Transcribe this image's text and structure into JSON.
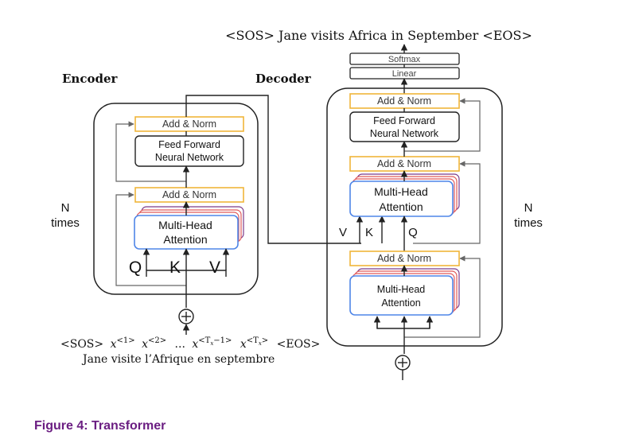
{
  "output_sequence": "<SOS> Jane visits Africa in September <EOS>",
  "encoder": {
    "title": "Encoder",
    "repeat": [
      "N",
      "times"
    ],
    "add_norm_label": "Add & Norm",
    "ffn_label": [
      "Feed Forward",
      "Neural Network"
    ],
    "mha_label": [
      "Multi-Head",
      "Attention"
    ],
    "qkv": [
      "Q",
      "K",
      "V"
    ],
    "pos_symbol": "+"
  },
  "decoder": {
    "title": "Decoder",
    "repeat": [
      "N",
      "times"
    ],
    "softmax_label": "Softmax",
    "linear_label": "Linear",
    "add_norm_label": "Add & Norm",
    "ffn_label": [
      "Feed Forward",
      "Neural Network"
    ],
    "mha_label": [
      "Multi-Head",
      "Attention"
    ],
    "vkq": [
      "V",
      "K",
      "Q"
    ],
    "pos_symbol": "+"
  },
  "input_sequence": {
    "sos": "<SOS>",
    "x1_base": "x",
    "x1_sup": "<1>",
    "x2_base": "x",
    "x2_sup": "<2>",
    "ellipsis": "...",
    "xT1_base": "x",
    "xT1_sup": "<T",
    "xT1_sub": "x",
    "xT1_tail": "−1>",
    "xT_base": "x",
    "xT_sup": "<T",
    "xT_sub": "x",
    "xT_tail": ">",
    "eos": "<EOS>"
  },
  "input_french": "Jane visite l’Afrique en septembre",
  "caption": "Figure 4: Transformer",
  "colors": {
    "add_norm_border": "#f0b53a",
    "mha_border": "#4f86e8",
    "stack_red": "#e05a5a",
    "stack_purple": "#7a3a8a",
    "caption": "#6b1e82",
    "line": "#222222"
  }
}
